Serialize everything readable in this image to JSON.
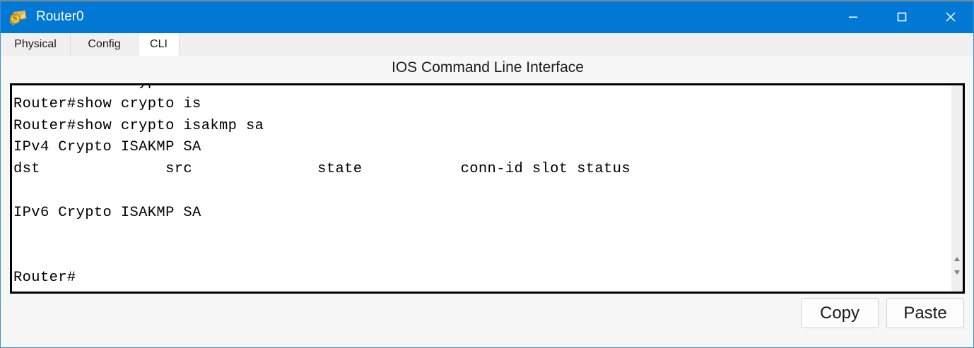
{
  "window": {
    "title": "Router0",
    "icon": "packet-tracer-envelope-magnifier-icon",
    "accent_color": "#0078d4",
    "controls": {
      "minimize": "minimize-icon",
      "maximize": "maximize-icon",
      "close": "close-icon"
    }
  },
  "tabs": [
    {
      "label": "Physical",
      "active": false
    },
    {
      "label": "Config",
      "active": false
    },
    {
      "label": "CLI",
      "active": true
    }
  ],
  "panel": {
    "title": "IOS Command Line Interface"
  },
  "terminal": {
    "content": "Router#show crypto isakm\nRouter#show crypto is\nRouter#show crypto isakmp sa\nIPv4 Crypto ISAKMP SA\ndst              src              state           conn-id slot status\n\nIPv6 Crypto ISAKMP SA\n\n\nRouter#",
    "lines": [
      "Router#show crypto isakm",
      "Router#show crypto is",
      "Router#show crypto isakmp sa",
      "IPv4 Crypto ISAKMP SA",
      "dst              src              state           conn-id slot status",
      "",
      "IPv6 Crypto ISAKMP SA",
      "",
      "",
      "Router#"
    ],
    "scrollbar": {
      "up_arrow": "scroll-up-arrow-icon",
      "down_arrow": "scroll-down-arrow-icon"
    }
  },
  "actions": {
    "copy_label": "Copy",
    "paste_label": "Paste"
  }
}
